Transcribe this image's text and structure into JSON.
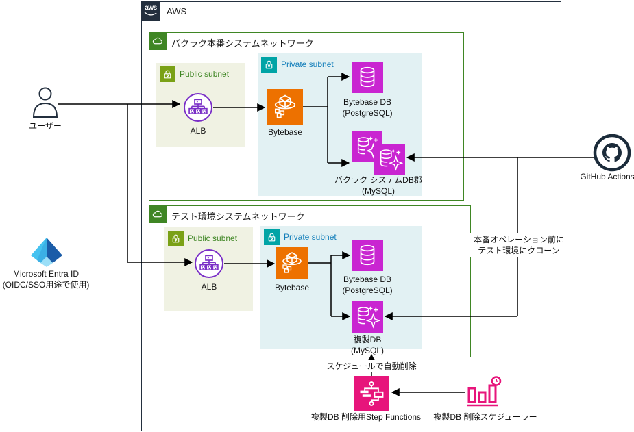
{
  "colors": {
    "aws_dark": "#232F3E",
    "network_green": "#3F8624",
    "public_lock_olive": "#7AA116",
    "private_lock_teal": "#00A4A6",
    "private_label_blue": "#127EBA",
    "public_subnet_fill": "#F0F2E3",
    "private_subnet_fill": "#E2F1F3",
    "bytebase_orange": "#ED7100",
    "database_magenta": "#C925D1",
    "app_integration_pink": "#E7157B",
    "alb_purple": "#7A2FC7"
  },
  "aws": {
    "logo_text": "aws",
    "label": "AWS"
  },
  "actors": {
    "user_label": "ユーザー",
    "entra_label_line1": "Microsoft Entra ID",
    "entra_label_line2": "(OIDC/SSO用途で使用)",
    "github_label": "GitHub Actions"
  },
  "production": {
    "title": "バクラク本番システムネットワーク",
    "public_subnet_label": "Public subnet",
    "private_subnet_label": "Private subnet",
    "alb_label": "ALB",
    "bytebase_label": "Bytebase",
    "pg_db_line1": "Bytebase DB",
    "pg_db_line2": "(PostgreSQL)",
    "mysql_db_line1": "バクラク システムDB郡",
    "mysql_db_line2": "(MySQL)"
  },
  "test": {
    "title": "テスト環境システムネットワーク",
    "public_subnet_label": "Public subnet",
    "private_subnet_label": "Private subnet",
    "alb_label": "ALB",
    "bytebase_label": "Bytebase",
    "pg_db_line1": "Bytebase DB",
    "pg_db_line2": "(PostgreSQL)",
    "replica_db_line1": "複製DB",
    "replica_db_line2": "(MySQL)"
  },
  "automation": {
    "step_functions_label": "複製DB 削除用Step Functions",
    "scheduler_label": "複製DB 削除スケジューラー"
  },
  "annotations": {
    "clone_line1": "本番オペレーション前に",
    "clone_line2": "テスト環境にクローン",
    "schedule_delete": "スケジュールで自動削除"
  }
}
